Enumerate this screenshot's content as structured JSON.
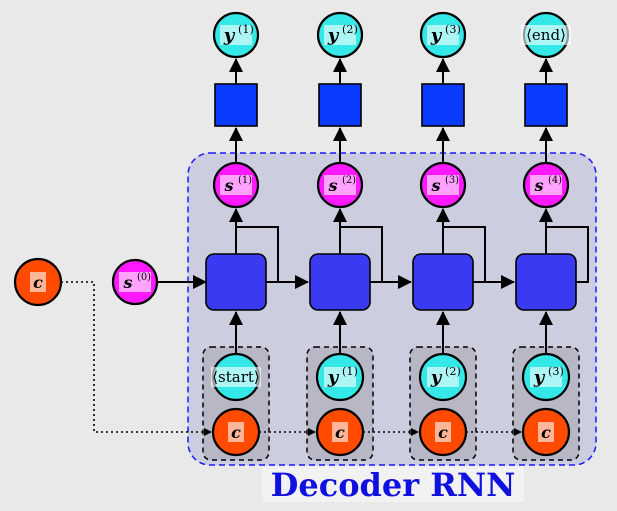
{
  "title": "Decoder RNN",
  "context_label": "c",
  "initial_state": {
    "base": "s",
    "sup": "(0)"
  },
  "steps": [
    {
      "output": {
        "base": "y",
        "sup": "(1)"
      },
      "state": {
        "base": "s",
        "sup": "(1)"
      },
      "input": {
        "text": "⟨start⟩"
      }
    },
    {
      "output": {
        "base": "y",
        "sup": "(2)"
      },
      "state": {
        "base": "s",
        "sup": "(2)"
      },
      "input": {
        "base": "y",
        "sup": "(1)"
      }
    },
    {
      "output": {
        "base": "y",
        "sup": "(3)"
      },
      "state": {
        "base": "s",
        "sup": "(3)"
      },
      "input": {
        "base": "y",
        "sup": "(2)"
      }
    },
    {
      "output": {
        "text": "⟨end⟩"
      },
      "state": {
        "base": "s",
        "sup": "(4)"
      },
      "input": {
        "base": "y",
        "sup": "(3)"
      }
    }
  ],
  "colors": {
    "output_fill": "#35e8e8",
    "state_fill": "#ff19ff",
    "context_fill": "#ff4a00",
    "rnn_cell_fill": "#3a3af2",
    "projection_fill": "#0a3cff",
    "decoder_region_fill": "#cdcde0",
    "decoder_border": "#1a1aff",
    "title_color": "#1010e0",
    "label_box_fill": "#ffffff"
  }
}
